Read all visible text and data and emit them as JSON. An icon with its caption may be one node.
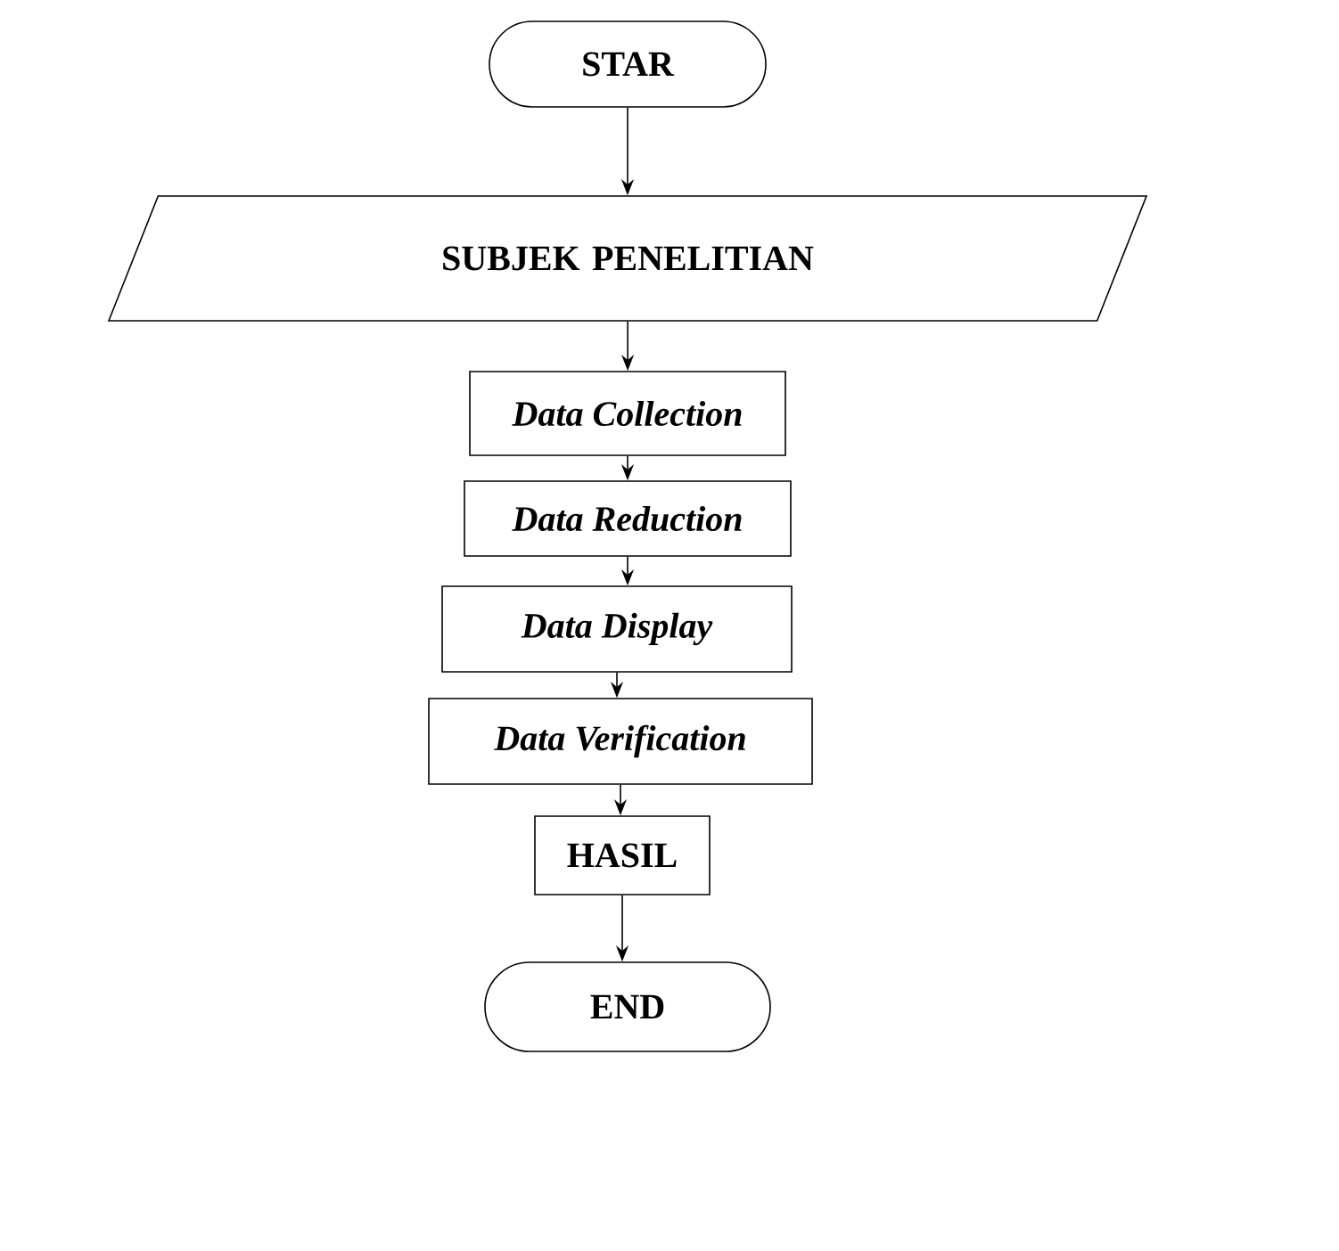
{
  "diagram": {
    "nodes": [
      {
        "text": [
          "STAR"
        ]
      },
      {
        "text": [
          "SUBJEK PENELITIAN"
        ]
      },
      {
        "text": [
          "Data Collection"
        ]
      },
      {
        "text": [
          "Data Reduction"
        ]
      },
      {
        "text": [
          "Data Display"
        ]
      },
      {
        "text": [
          "Data Verification"
        ]
      },
      {
        "text": [
          "HASIL"
        ]
      },
      {
        "text": [
          "END"
        ]
      }
    ],
    "edges": [
      {
        "from": 0,
        "to": 1,
        "arrow": "to"
      },
      {
        "from": 1,
        "to": 2,
        "arrow": "to"
      },
      {
        "from": 2,
        "to": 3,
        "arrow": "to"
      },
      {
        "from": 3,
        "to": 4,
        "arrow": "to"
      },
      {
        "from": 4,
        "to": 5,
        "arrow": "to"
      },
      {
        "from": 5,
        "to": 6,
        "arrow": "to"
      },
      {
        "from": 6,
        "to": 7,
        "arrow": "to"
      }
    ]
  }
}
